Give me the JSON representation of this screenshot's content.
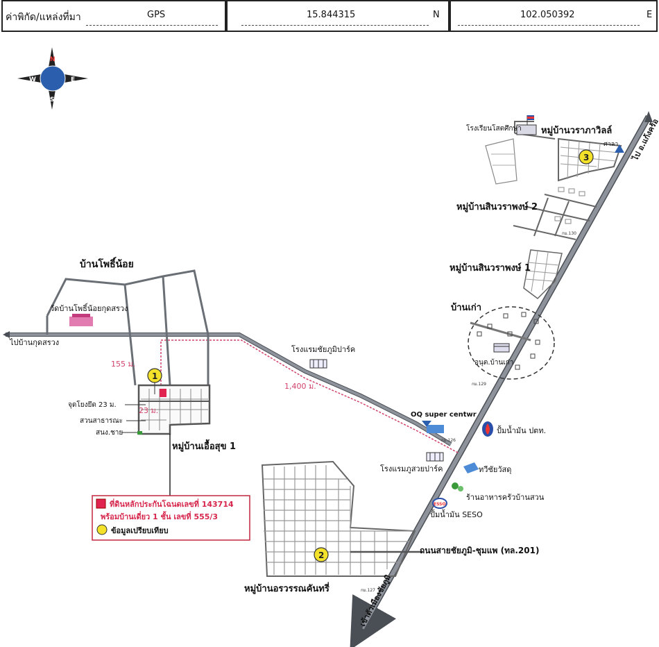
{
  "header": {
    "label": "ค่าพิกัด/แหล่งที่มา",
    "source": "GPS",
    "lat_value": "15.844315",
    "lat_dir": "N",
    "lon_value": "102.050392",
    "lon_dir": "E"
  },
  "compass": {
    "n": "N",
    "s": "S",
    "e": "E",
    "w": "W",
    "icon": "compass-rose-icon"
  },
  "roads": {
    "main_highway": "ถนนสายชัยภูมิ-ชุมแพ (ทล.201)",
    "to_north": "ไป อ.แก้งคร้อ",
    "to_south": "เข้าตัวเมืองชัยภูมิ",
    "to_west": "ไปบ้านกุดสรวง"
  },
  "distances": {
    "d155": "155 ม.",
    "d1400": "1,400 ม.",
    "d23": "23 ม."
  },
  "km_markers": {
    "k126": "กม.126",
    "k127": "กม.127",
    "k129": "กม.129",
    "k130": "กม.130"
  },
  "places": {
    "ban_pho_noi": "บ้านโพธิ์น้อย",
    "wat_pho_noi": "วัดบ้านโพธิ์น้อยกุดสรวง",
    "euasuk": "หมู่บ้านเอื้อสุข 1",
    "chaiyaphum_park": "โรงแรมชัยภูมิปาร์ค",
    "phusuay_park": "โรงแรมภูสวยปาร์ค",
    "oq": "OQ super centwr",
    "ptt": "ปั้มน้ำมัน ปตท.",
    "twee": "ทวีชัยวัสดุ",
    "restaurant": "ร้านอาหารครัวบ้านสวน",
    "seso": "ปั้มน้ำมัน SESO",
    "esso_logo": "ESSO",
    "aornkanthree": "หมู่บ้านอรวรรณคันทรี่",
    "ban_khao": "บ้านเก่า",
    "health_station": "อนุต.บ้านเก่า",
    "sinwarapong1": "หมู่บ้านสินวราพงษ์ 1",
    "sinwarapong2": "หมู่บ้านสินวราพงษ์ 2",
    "waraphawill": "หมู่บ้านวราภาวิลล์",
    "school": "โรงเรียนโสตศึกษา",
    "sala": "ศาลา"
  },
  "poi_labels": {
    "viewpoint": "จุดโยงยึด 23 ม.",
    "park": "สวนสาธารณะ",
    "sport": "สนง.ชาย"
  },
  "markers": [
    "1",
    "2",
    "3"
  ],
  "legend": {
    "subject_line1": "ที่ดินหลักประกันโฉนดเลขที่ 143714",
    "subject_line2": "พร้อมบ้านเดี่ยว 1 ชั้น เลขที่ 555/3",
    "comparable": "ข้อมูลเปรียบเทียบ"
  },
  "colors": {
    "road": "#7a7f88",
    "road_outline": "#4a4e55",
    "route": "#d2426a",
    "subject": "#e0244f",
    "marker": "#f3e12a",
    "legend_text": "#d6264c"
  }
}
